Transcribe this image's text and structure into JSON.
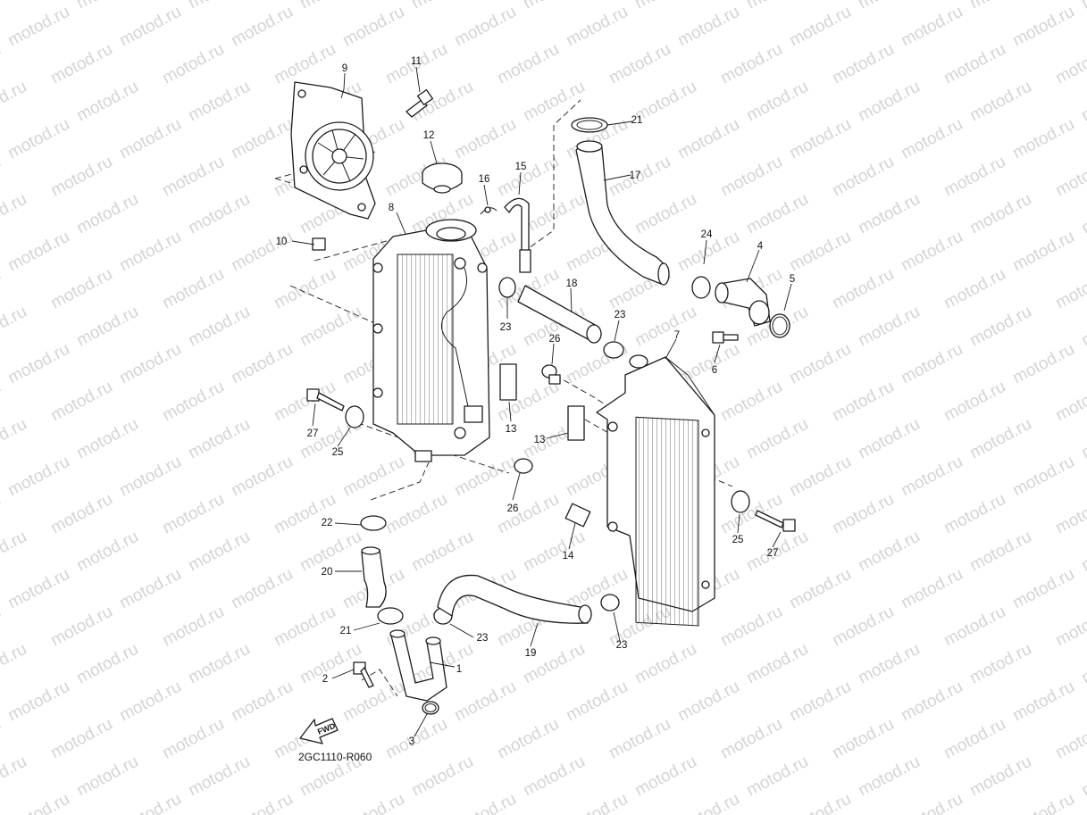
{
  "watermark": "motod.ru",
  "drawing_code": "2GC1110-R060",
  "fwd_label": "FWD",
  "colors": {
    "line": "#1a1a1a",
    "watermark": "#d4d4d4",
    "background": "#ffffff"
  },
  "callouts": [
    {
      "id": "c1",
      "label": "1"
    },
    {
      "id": "c2",
      "label": "2"
    },
    {
      "id": "c3",
      "label": "3"
    },
    {
      "id": "c4",
      "label": "4"
    },
    {
      "id": "c5",
      "label": "5"
    },
    {
      "id": "c6",
      "label": "6"
    },
    {
      "id": "c7",
      "label": "7"
    },
    {
      "id": "c8",
      "label": "8"
    },
    {
      "id": "c9",
      "label": "9"
    },
    {
      "id": "c10",
      "label": "10"
    },
    {
      "id": "c11",
      "label": "11"
    },
    {
      "id": "c12",
      "label": "12"
    },
    {
      "id": "c13a",
      "label": "13"
    },
    {
      "id": "c13b",
      "label": "13"
    },
    {
      "id": "c14",
      "label": "14"
    },
    {
      "id": "c15",
      "label": "15"
    },
    {
      "id": "c16",
      "label": "16"
    },
    {
      "id": "c17",
      "label": "17"
    },
    {
      "id": "c18",
      "label": "18"
    },
    {
      "id": "c19",
      "label": "19"
    },
    {
      "id": "c20",
      "label": "20"
    },
    {
      "id": "c21a",
      "label": "21"
    },
    {
      "id": "c21b",
      "label": "21"
    },
    {
      "id": "c22",
      "label": "22"
    },
    {
      "id": "c23a",
      "label": "23"
    },
    {
      "id": "c23b",
      "label": "23"
    },
    {
      "id": "c23c",
      "label": "23"
    },
    {
      "id": "c23d",
      "label": "23"
    },
    {
      "id": "c24",
      "label": "24"
    },
    {
      "id": "c25a",
      "label": "25"
    },
    {
      "id": "c25b",
      "label": "25"
    },
    {
      "id": "c26a",
      "label": "26"
    },
    {
      "id": "c26b",
      "label": "26"
    },
    {
      "id": "c27a",
      "label": "27"
    },
    {
      "id": "c27b",
      "label": "27"
    }
  ]
}
